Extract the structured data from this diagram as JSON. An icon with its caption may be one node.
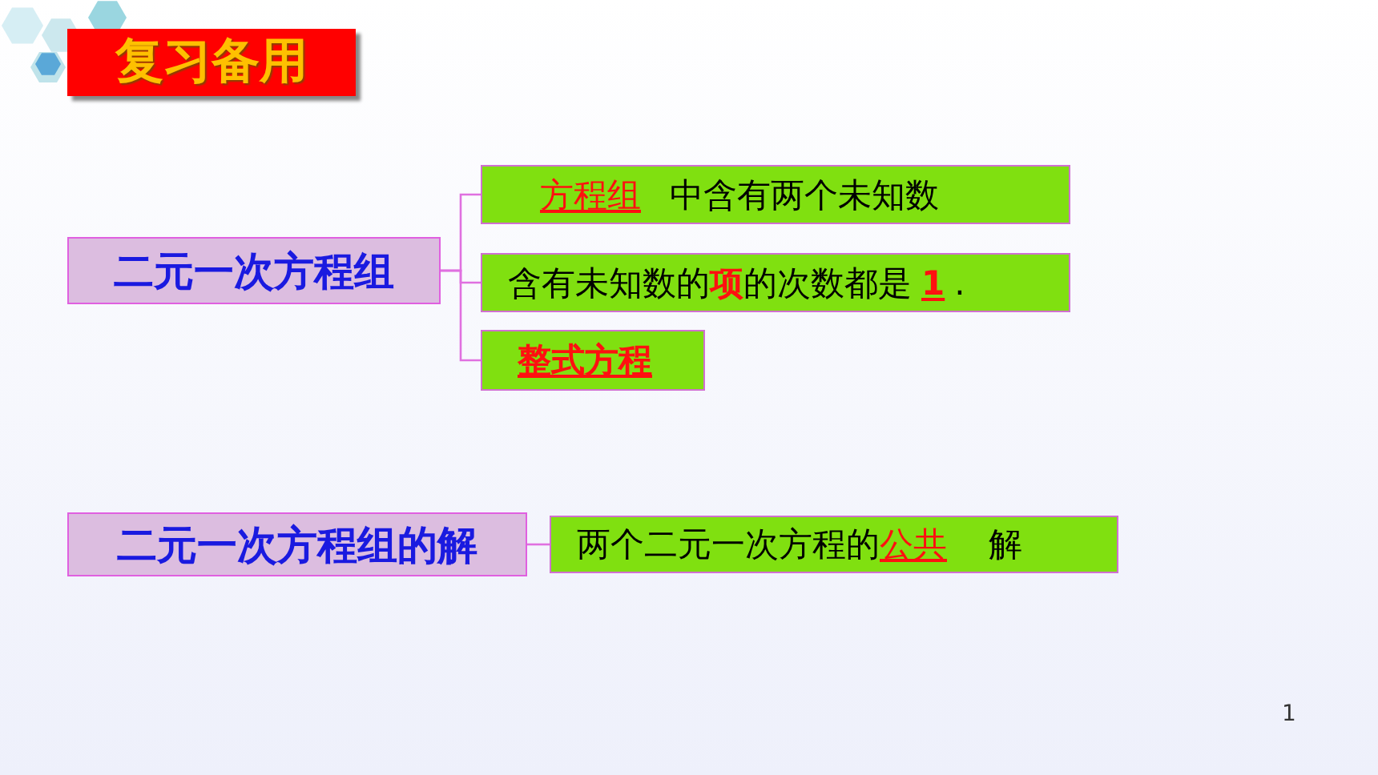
{
  "diagram": {
    "title": "复习备用",
    "nodes": [
      {
        "text": [
          "二元一次方程组"
        ]
      },
      {
        "text": [
          "方程组",
          "中含有两个未知数"
        ]
      },
      {
        "text": [
          "含有未知数的",
          "项",
          "的次数都是",
          "1",
          "."
        ]
      },
      {
        "text": [
          "整式方程"
        ]
      },
      {
        "text": [
          "二元一次方程组的解"
        ]
      },
      {
        "text": [
          "两个二元一次方程的",
          "公共",
          "解"
        ]
      }
    ],
    "edges": [
      {
        "from": 0,
        "to": 1,
        "arrow": "none"
      },
      {
        "from": 0,
        "to": 2,
        "arrow": "none"
      },
      {
        "from": 0,
        "to": 3,
        "arrow": "none"
      },
      {
        "from": 4,
        "to": 5,
        "arrow": "none"
      }
    ],
    "labels": [
      "1"
    ]
  }
}
